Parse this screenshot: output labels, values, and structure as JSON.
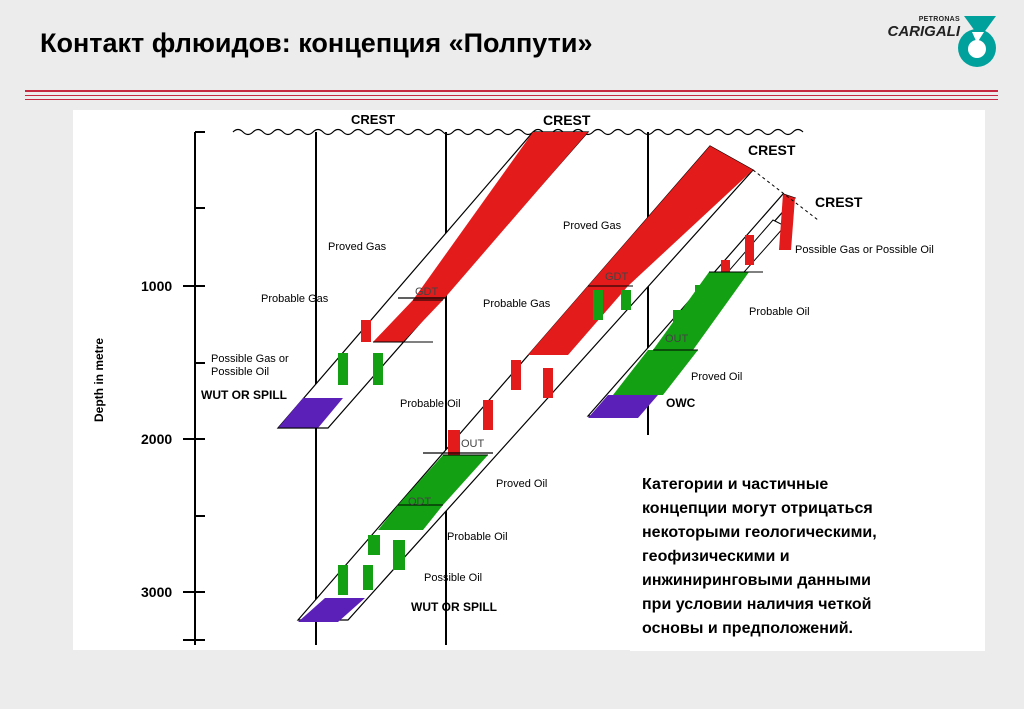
{
  "slide": {
    "title": "Контакт флюидов: концепция «Полпути»",
    "logo": {
      "top_text": "PETRONAS",
      "main_text": "CARIGALI",
      "color": "#00a19c"
    }
  },
  "diagram": {
    "axis_label": "Depth in metre",
    "depth_ticks": [
      "1000",
      "2000",
      "3000"
    ],
    "crest_labels": [
      "CREST",
      "CREST",
      "CREST",
      "CREST"
    ],
    "labels": {
      "proved_gas_1": "Proved Gas",
      "probable_gas_1": "Probable Gas",
      "possible_gas_oil_line1": "Possible Gas or",
      "possible_gas_oil_line2": "Possible Oil",
      "wut_spill_1": "WUT OR SPILL",
      "gdt_1": "GDT",
      "proved_gas_2": "Proved Gas",
      "probable_gas_2": "Probable Gas",
      "gdt_2": "GDT",
      "probable_oil_2": "Probable Oil",
      "out_2": "OUT",
      "proved_oil_2": "Proved Oil",
      "odt_2": "ODT",
      "probable_oil_2b": "Probable Oil",
      "possible_oil_2": "Possible Oil",
      "wut_spill_2": "WUT OR SPILL",
      "possible_gas_or_oil_4": "Possible Gas or Possible Oil",
      "probable_oil_3": "Probable Oil",
      "out_3": "OUT",
      "proved_oil_3": "Proved Oil",
      "owc_3": "OWC"
    },
    "colors": {
      "gas": "#e31b1b",
      "oil": "#13a013",
      "water": "#5a20b8"
    }
  },
  "note": {
    "lines": [
      "Категории и частичные",
      "концепции могут отрицаться",
      "некоторыми геологическими,",
      "геофизическими и",
      "инжиниринговыми данными",
      "при условии наличия четкой",
      "основы и предположений."
    ]
  }
}
